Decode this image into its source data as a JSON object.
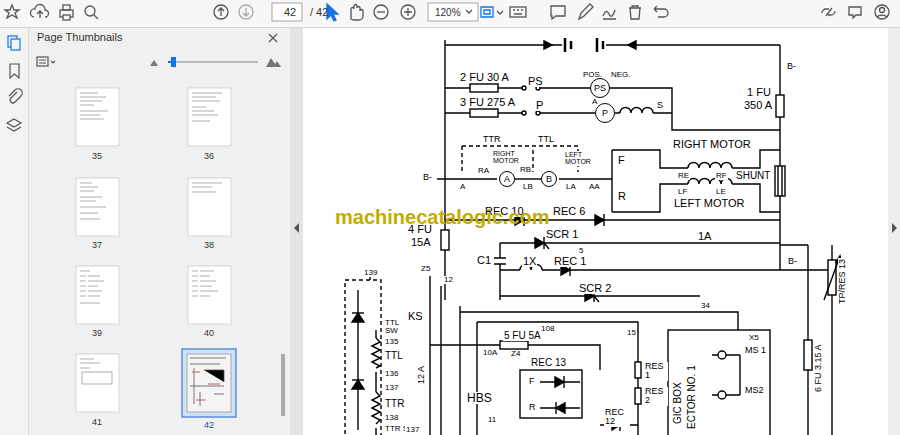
{
  "diagram": {
    "nodes": [
      {
        "text": [
          "PS"
        ]
      },
      {
        "text": [
          "P"
        ]
      },
      {
        "text": [
          "A"
        ]
      },
      {
        "text": [
          "B"
        ]
      }
    ],
    "edges": [
      {
        "from": 2,
        "to": 3,
        "arrow": "none"
      }
    ],
    "labels": [
      "42",
      "/ 42",
      "120%",
      "Page Thumbnails",
      "35",
      "36",
      "37",
      "38",
      "39",
      "40",
      "41",
      "42",
      "2 FU 30 A",
      "PS",
      "POS.",
      "NEG.",
      "3 FU 275 A",
      "P",
      "A",
      "S",
      "B-",
      "1 FU",
      "350 A",
      "TTR",
      "TTL",
      "RIGHT MOTOR",
      "LEFT MOTOR",
      "RA",
      "RB",
      "LB",
      "LA",
      "AA",
      "B-",
      "A",
      "F",
      "R",
      "RIGHT MOTOR",
      "RE",
      "RF",
      "LF",
      "LE",
      "LEFT MOTOR",
      "SHUNT",
      "REC 10",
      "REC 6",
      "4 FU",
      "15A",
      "SCR 1",
      "1A",
      "C1",
      "1X",
      "5",
      "REC 1",
      "B-",
      "TP/RES 13",
      "SCR 2",
      "139",
      "Z5",
      "12",
      "KS",
      "TTL SW",
      "135",
      "TTL",
      "136",
      "137",
      "TTR",
      "138",
      "TTR SW",
      "12 A",
      "108",
      "5 FU 5A",
      "10A",
      "Z4",
      "15",
      "34",
      "X5",
      "MS 1",
      "MS2",
      "REC 13",
      "F",
      "R",
      "HBS",
      "11",
      "137",
      "RES 1",
      "RES 2",
      "REC 12",
      "GIC BOX",
      "ECTOR NO. 1",
      "6 FU 3.15 A",
      "machinecatalogic.com"
    ]
  }
}
